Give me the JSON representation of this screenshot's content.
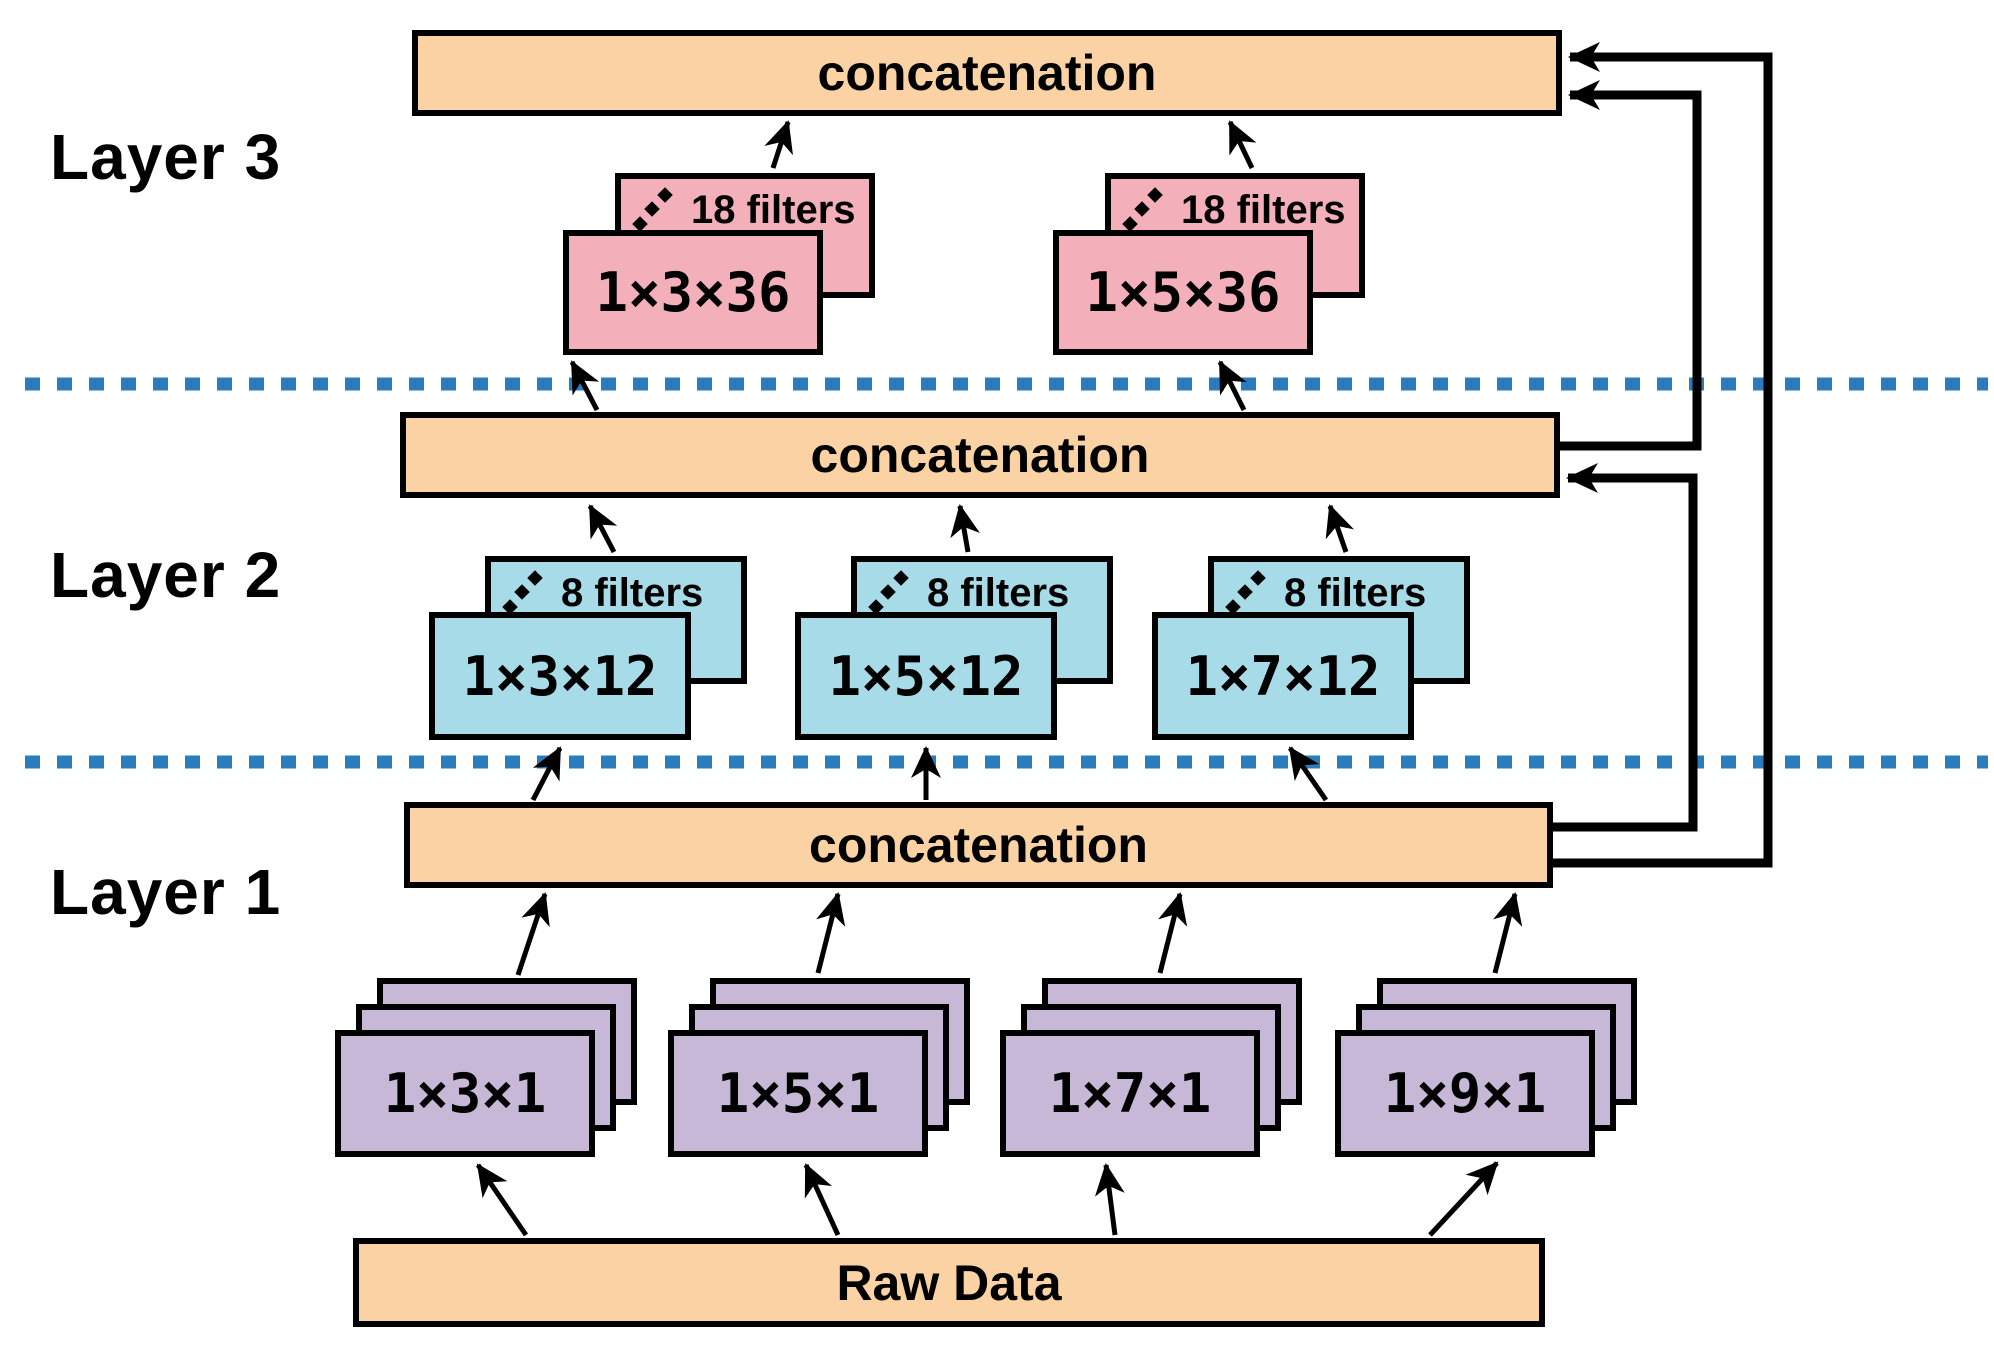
{
  "layer_labels": [
    "Layer 3",
    "Layer 2",
    "Layer 1"
  ],
  "bars": {
    "concat_top": "concatenation",
    "concat_middle": "concatenation",
    "concat_bottom": "concatenation",
    "raw_data": "Raw Data"
  },
  "layer3": {
    "groups": [
      {
        "filters": "18 filters",
        "dims": "1×3×36"
      },
      {
        "filters": "18 filters",
        "dims": "1×5×36"
      }
    ]
  },
  "layer2": {
    "groups": [
      {
        "filters": "8 filters",
        "dims": "1×3×12"
      },
      {
        "filters": "8 filters",
        "dims": "1×5×12"
      },
      {
        "filters": "8 filters",
        "dims": "1×7×12"
      }
    ]
  },
  "layer1": {
    "groups": [
      {
        "dims": "1×3×1"
      },
      {
        "dims": "1×5×1"
      },
      {
        "dims": "1×7×1"
      },
      {
        "dims": "1×9×1"
      }
    ]
  },
  "icons": {
    "stack_dots": "diagonal-ellipsis-dots",
    "arrowhead": "black-triangle-arrowhead"
  },
  "colors": {
    "peach": "#FBD2A4",
    "pink": "#F3AFBA",
    "cyan": "#A7DBE8",
    "purple": "#C6B8D6",
    "blue": "#2B7BBF",
    "ink": "#000000",
    "paper": "#FFFFFF"
  }
}
